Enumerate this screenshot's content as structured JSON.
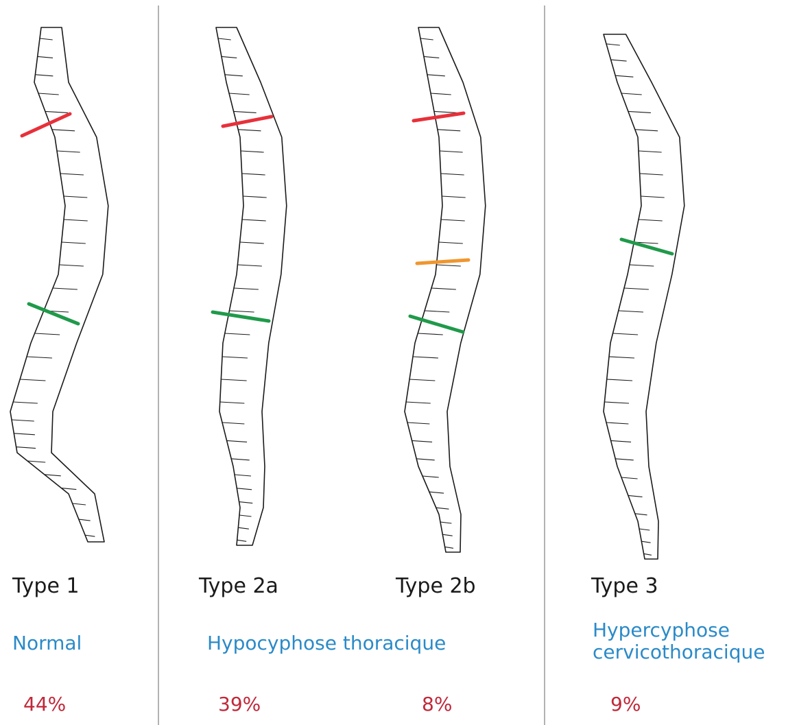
{
  "panels": [
    {
      "type": "Type 1",
      "description": "Normal",
      "percent": "44%"
    },
    {
      "type": "Type 2a",
      "description": "Hypocyphose thoracique",
      "percent": "39%"
    },
    {
      "type": "Type 2b",
      "description": "",
      "percent": "8%"
    },
    {
      "type": "Type 3",
      "description": "Hypercyphose\ncervicothoracique",
      "percent": "9%"
    }
  ],
  "colors": {
    "upper_marker": "#e8303a",
    "middle_marker": "#f0962e",
    "lower_marker": "#1f9a4a",
    "type_text": "#1a1a1a",
    "description_text": "#2a8ac8",
    "percent_text": "#c0283a",
    "divider": "#999999",
    "outline": "#1a1a1a"
  }
}
